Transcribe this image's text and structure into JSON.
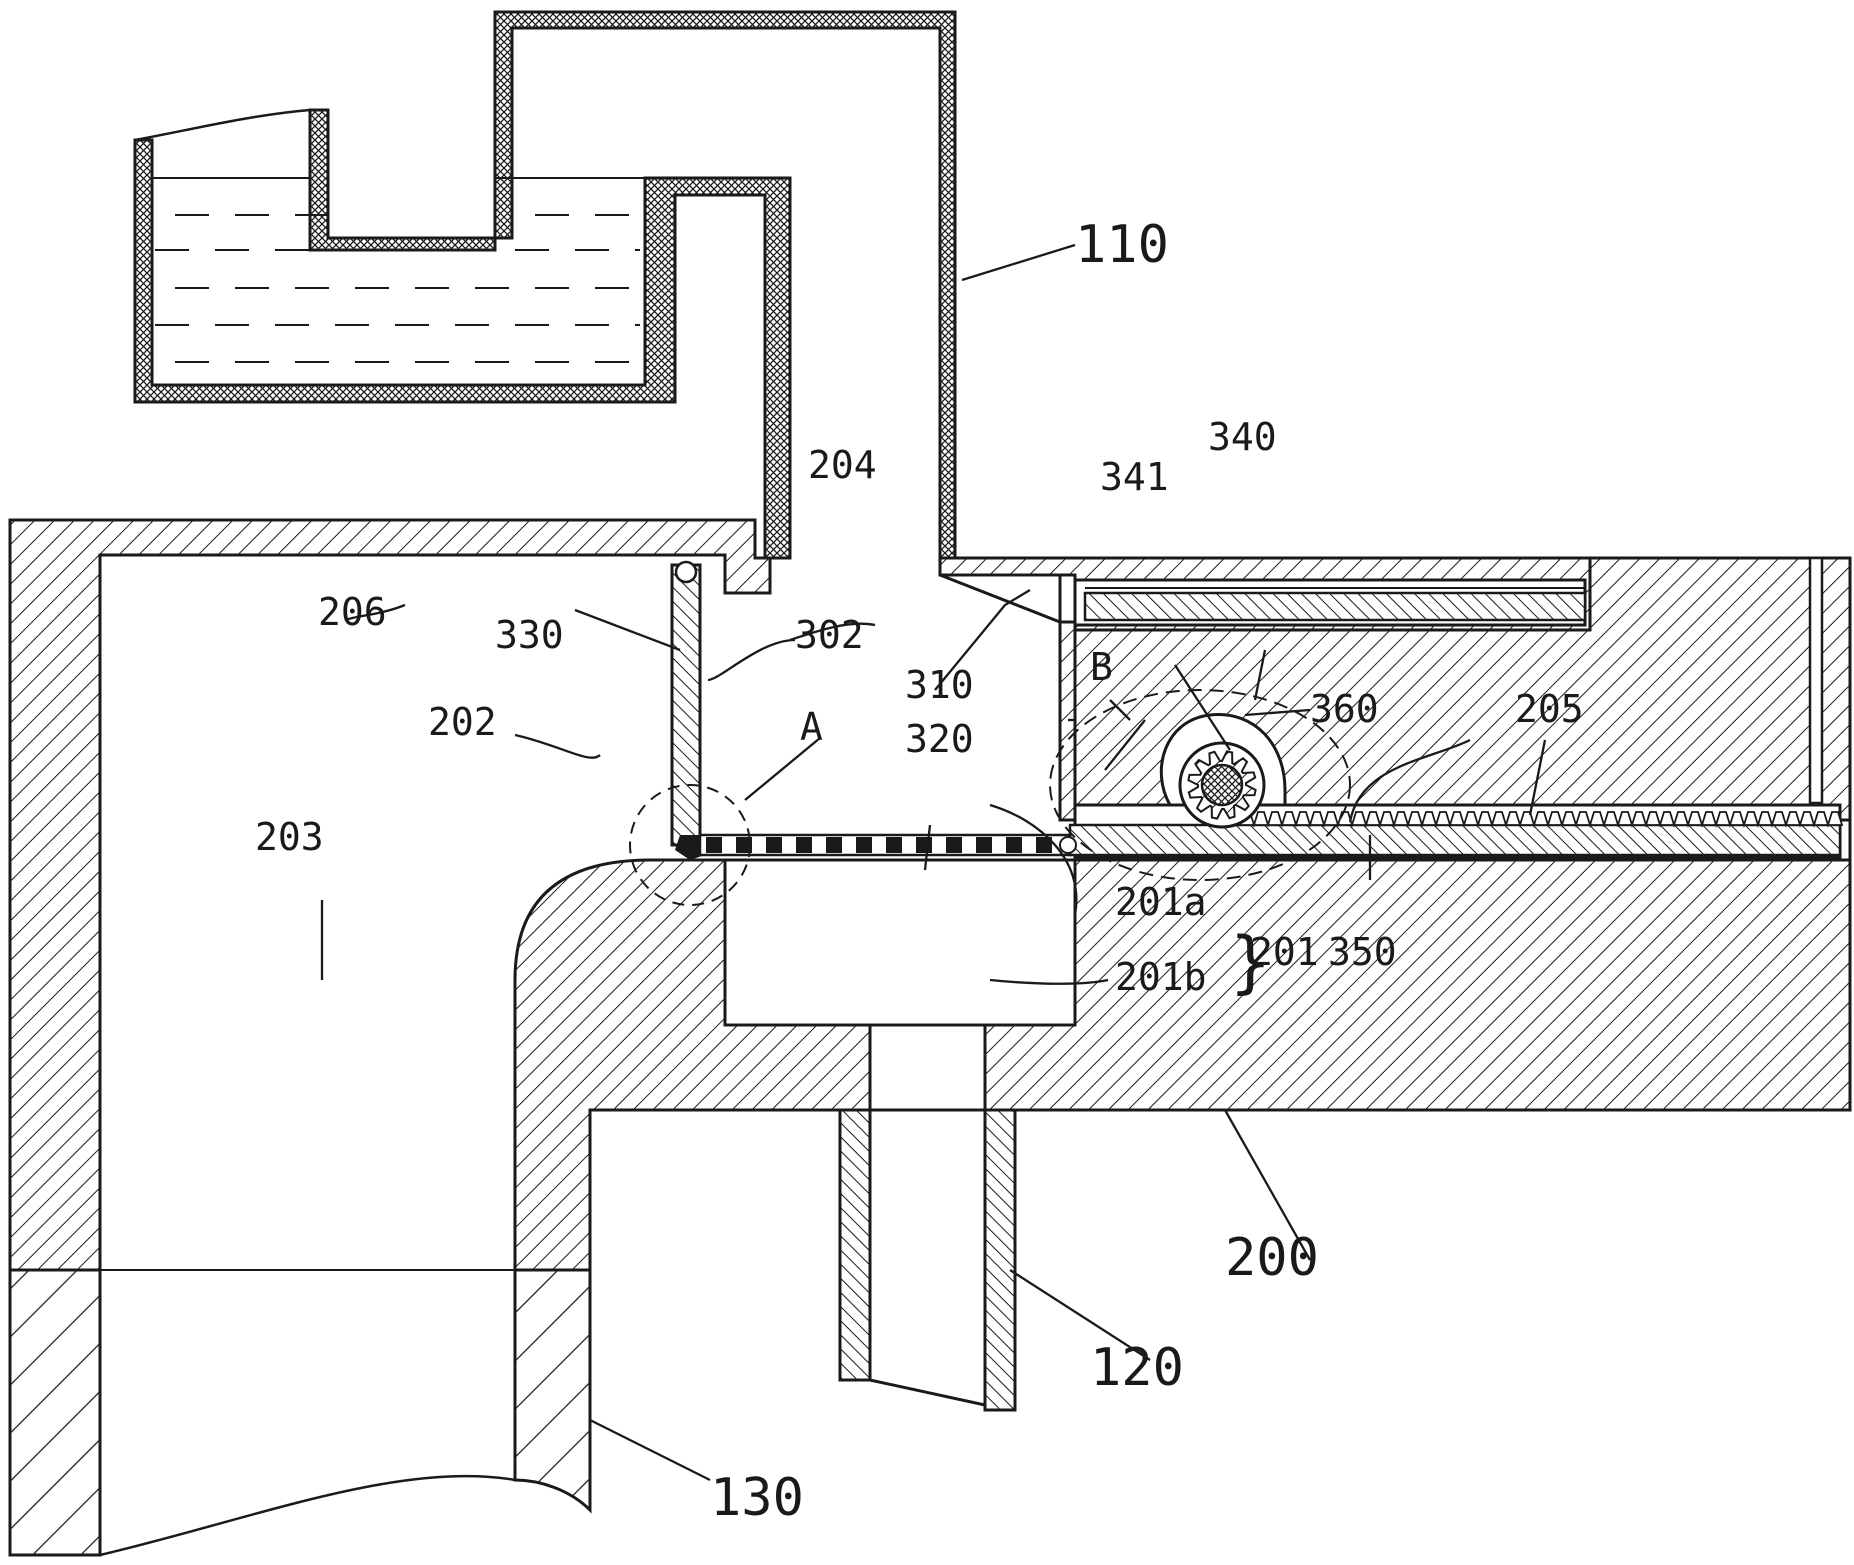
{
  "figure": {
    "background": "#ffffff",
    "ink": "#1a1a1a"
  },
  "labels": {
    "l110": "110",
    "l120": "120",
    "l130": "130",
    "l200": "200",
    "l201": "201",
    "l201a": "201a",
    "l201b": "201b",
    "l202": "202",
    "l203": "203",
    "l204": "204",
    "l205": "205",
    "l206": "206",
    "l302": "302",
    "l310": "310",
    "l320": "320",
    "l330": "330",
    "l340": "340",
    "l341": "341",
    "l350": "350",
    "l360": "360",
    "lA": "A",
    "lB": "B"
  }
}
